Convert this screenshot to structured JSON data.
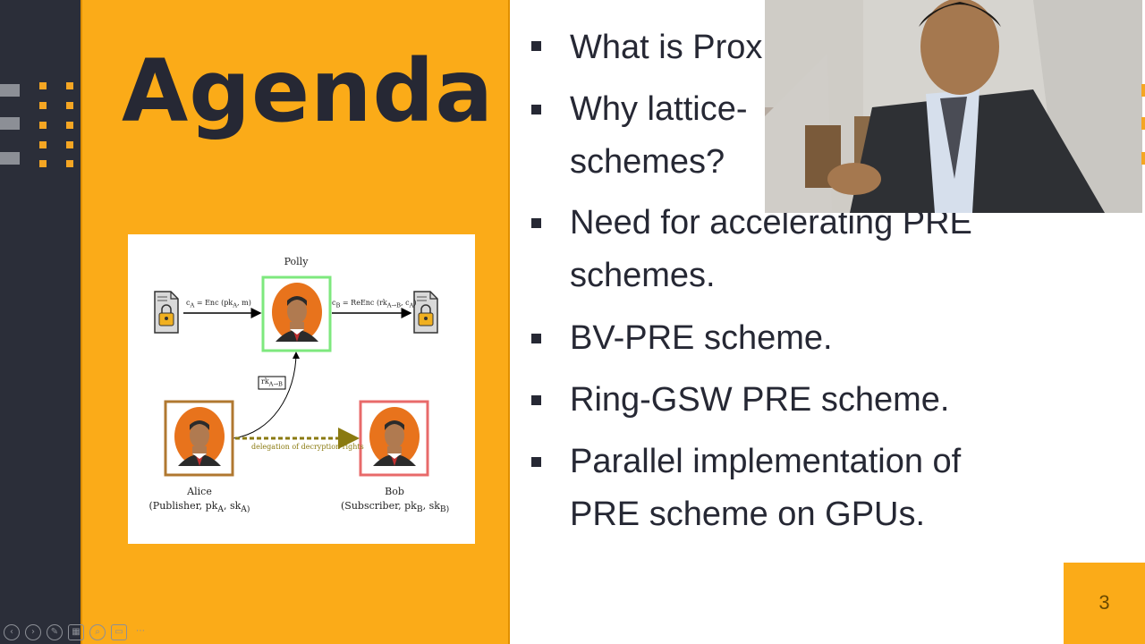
{
  "slide": {
    "title": "Agenda",
    "page_number": "3",
    "accent_color": "#fbab18",
    "dark_color": "#262834"
  },
  "bullets": [
    {
      "lines": [
        "What is Prox"
      ]
    },
    {
      "lines": [
        "Why lattice-",
        "schemes?"
      ]
    },
    {
      "lines": [
        "Need for accelerating PRE",
        "schemes."
      ]
    },
    {
      "lines": [
        "BV-PRE scheme."
      ]
    },
    {
      "lines": [
        "Ring-GSW PRE scheme."
      ]
    },
    {
      "lines": [
        "Parallel implementation of",
        "PRE scheme on GPUs."
      ]
    }
  ],
  "diagram": {
    "polly_label": "Polly",
    "alice_label": "Alice",
    "alice_role": "(Publisher, pk",
    "alice_role_mid": "A",
    "alice_role_sk": ", sk",
    "alice_role_end": "A)",
    "bob_label": "Bob",
    "bob_role": "(Subscriber, pk",
    "bob_role_mid": "B",
    "bob_role_sk": ", sk",
    "bob_role_end": "B)",
    "enc_label": "c",
    "enc_sub": "A",
    "enc_eq": " = Enc (pk",
    "enc_eq_sub": "A",
    "enc_tail": ", m)",
    "reenc_label": "c",
    "reenc_sub": "B",
    "reenc_eq": " = ReEnc (rk",
    "reenc_eq_sub": "A→B",
    "reenc_tail": ", c",
    "reenc_tail_sub": "A",
    "reenc_close": ")",
    "rk_label": "rk",
    "rk_sub": "A→B",
    "delegation_label": "delegation of decryption rights"
  },
  "icons": {
    "document_icon": "lock-document-icon",
    "person_icon": "businessman-avatar-icon"
  },
  "controls": [
    "previous-icon",
    "next-icon",
    "pen-icon",
    "slides-icon",
    "zoom-icon",
    "subtitles-icon",
    "more-icon"
  ]
}
